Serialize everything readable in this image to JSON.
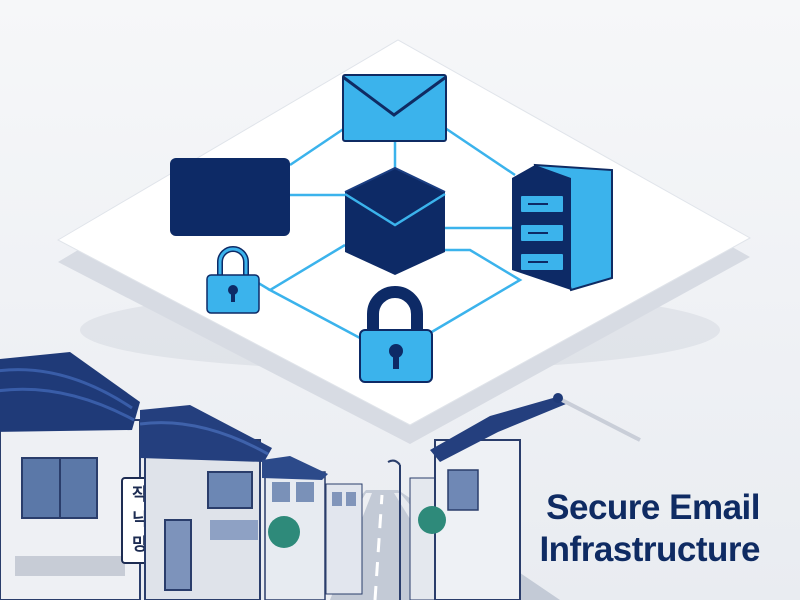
{
  "headline": {
    "line1": "Secure Email",
    "line2": "Infrastructure"
  },
  "storefront_sign": {
    "char1": "작",
    "char2": "닉",
    "char3": "망"
  },
  "icons": {
    "envelope_top": "envelope-icon",
    "envelope_center": "envelope-box-icon",
    "panel": "screen-icon",
    "server": "server-icon",
    "lock_small": "lock-icon",
    "lock_large": "lock-icon"
  },
  "colors": {
    "navy": "#0f2b63",
    "dark_navy": "#0d2a66",
    "sky": "#3bb3ec",
    "platform": "#ffffff",
    "background": "#f1f3f6"
  }
}
